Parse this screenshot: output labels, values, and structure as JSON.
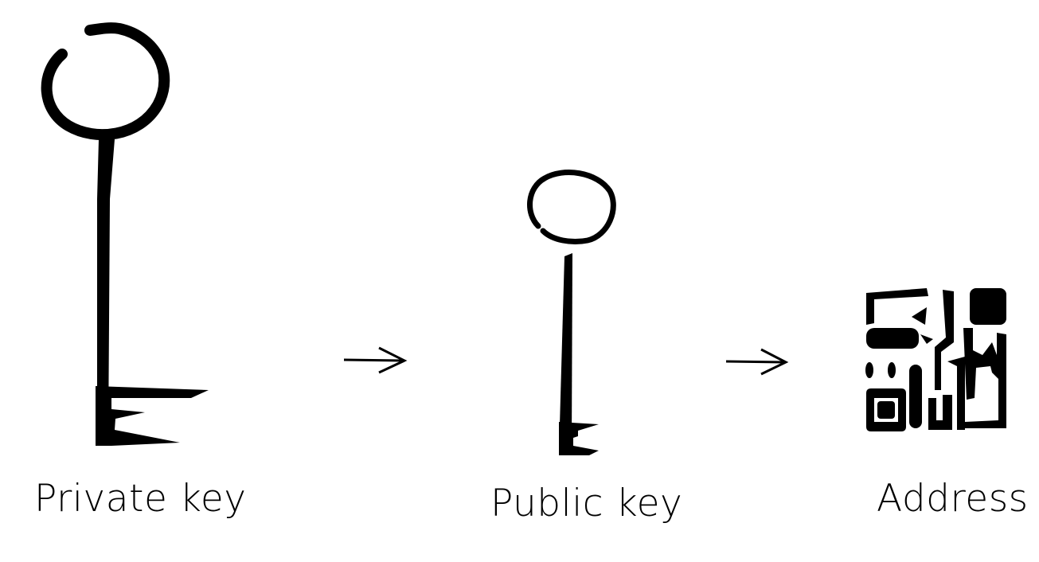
{
  "diagram": {
    "steps": [
      {
        "label": "Private key",
        "icon": "large-key-icon"
      },
      {
        "label": "Public key",
        "icon": "small-key-icon"
      },
      {
        "label": "Address",
        "icon": "qr-code-icon"
      }
    ],
    "connector_icon": "right-arrow-icon",
    "ink_color": "#000000",
    "background_color": "#ffffff"
  }
}
